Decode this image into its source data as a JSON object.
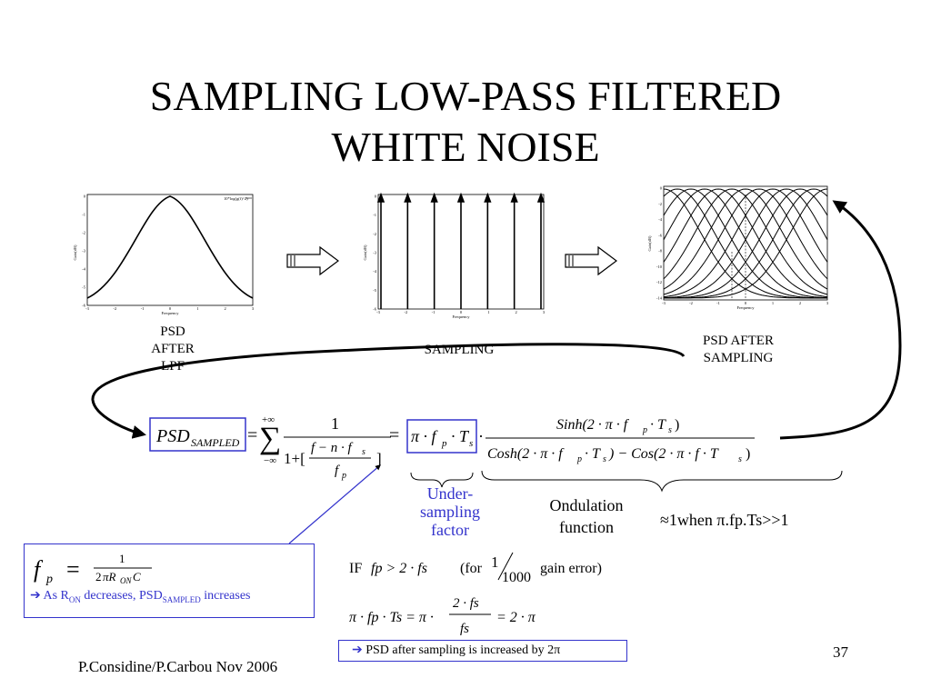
{
  "slide": {
    "title_line1": "SAMPLING LOW-PASS FILTERED",
    "title_line2": "WHITE NOISE",
    "footer_author": "P.Considine/P.Carbou Nov 2006",
    "page_number": "37"
  },
  "plots": {
    "lpf": {
      "label_lines": [
        "PSD",
        "AFTER",
        "LPF"
      ],
      "legend": "10*log(g(f)^2)",
      "xlabel": "Frequency",
      "ylabel": "Gain(dB)",
      "xticks": [
        "-3",
        "-2",
        "-1",
        "0",
        "1",
        "2",
        "3"
      ],
      "yticks": [
        "0",
        "-1",
        "-2",
        "-3",
        "-4",
        "-5",
        "-6"
      ]
    },
    "sampling": {
      "label": "SAMPLING",
      "xlabel": "Frequency",
      "ylabel": "Gain(dB)",
      "xticks": [
        "-3",
        "-2",
        "-1",
        "0",
        "1",
        "2",
        "3"
      ],
      "yticks": [
        "0",
        "-1",
        "-2",
        "-3",
        "-4",
        "-5",
        "-6"
      ]
    },
    "after": {
      "label_lines": [
        "PSD  AFTER",
        "SAMPLING"
      ],
      "xlabel": "Frequency",
      "ylabel": "Gain(dB)",
      "xticks": [
        "-3",
        "-2",
        "-1",
        "0",
        "1",
        "2",
        "3"
      ],
      "yticks": [
        "0",
        "-2",
        "-4",
        "-6",
        "-8",
        "-10",
        "-12",
        "-14"
      ]
    }
  },
  "annotations": {
    "undersampling_line1": "Under-",
    "undersampling_line2": "sampling",
    "undersampling_line3": "factor",
    "ondulation_line1": "Ondulation",
    "ondulation_line2": "function",
    "approx_note": "≈1when π.fp.Ts>>1"
  },
  "fp_box": {
    "note_prefix": "As R",
    "note_sub1": "ON",
    "note_mid": " decreases, PSD",
    "note_sub2": "SAMPLED",
    "note_suffix": " increases"
  },
  "conditions": {
    "if_text": "IF",
    "for_text": "(for",
    "gain_error": "gain error)",
    "frac_num": "1",
    "frac_den": "1000"
  },
  "conclusion": {
    "text": "PSD after sampling is increased by 2π"
  },
  "colors": {
    "accent_blue": "#3333cc"
  }
}
